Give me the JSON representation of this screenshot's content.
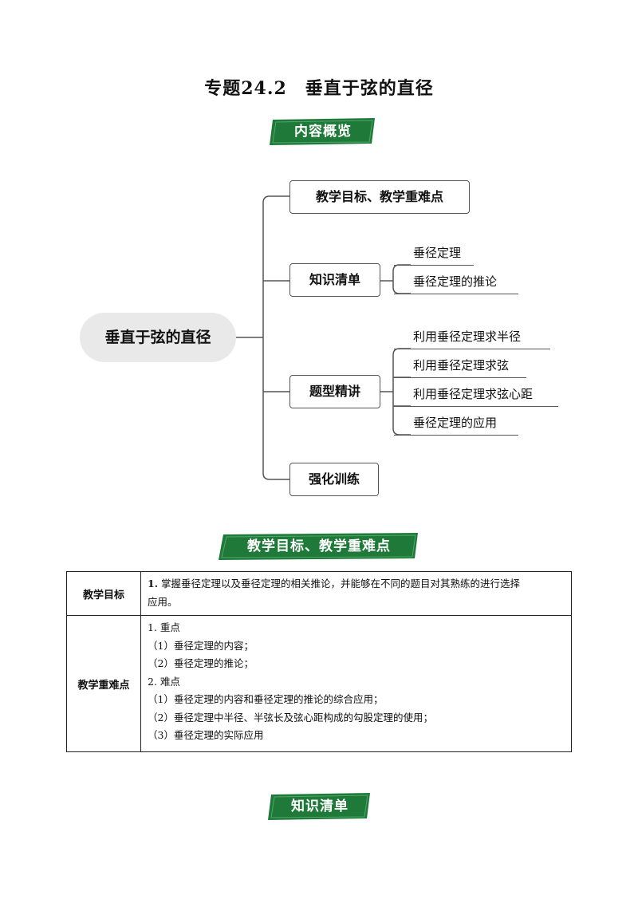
{
  "title": "专题24.2　垂直于弦的直径",
  "sections": {
    "overview": "内容概览",
    "objectives": "教学目标、教学重难点",
    "knowledge": "知识清单"
  },
  "mindmap": {
    "root": "垂直于弦的直径",
    "branches": [
      {
        "label": "教学目标、教学重难点",
        "children": []
      },
      {
        "label": "知识清单",
        "children": [
          "垂径定理",
          "垂径定理的推论"
        ]
      },
      {
        "label": "题型精讲",
        "children": [
          "利用垂径定理求半径",
          "利用垂径定理求弦",
          "利用垂径定理求弦心距",
          "垂径定理的应用"
        ]
      },
      {
        "label": "强化训练",
        "children": []
      }
    ]
  },
  "table": {
    "row1": {
      "header": "教学目标",
      "num": "1.",
      "text": "掌握垂径定理以及垂径定理的相关推论，并能够在不同的题目对其熟练的进行选择应用。",
      "text_line1": "掌握垂径定理以及垂径定理的相关推论，并能够在不同的题目对其熟练的进行选择",
      "text_line2": "应用。"
    },
    "row2": {
      "header": "教学重难点",
      "lines": [
        "1. 重点",
        "（1）垂径定理的内容；",
        "（2）垂径定理的推论；",
        "2. 难点",
        "（1）垂径定理的内容和垂径定理的推论的综合应用；",
        "（2）垂径定理中半径、半弦长及弦心距构成的勾股定理的使用；",
        "（3）垂径定理的实际应用"
      ]
    }
  },
  "colors": {
    "banner_green": "#1f7a3a",
    "line_gray": "#555555",
    "root_fill": "#e9e9e9"
  }
}
